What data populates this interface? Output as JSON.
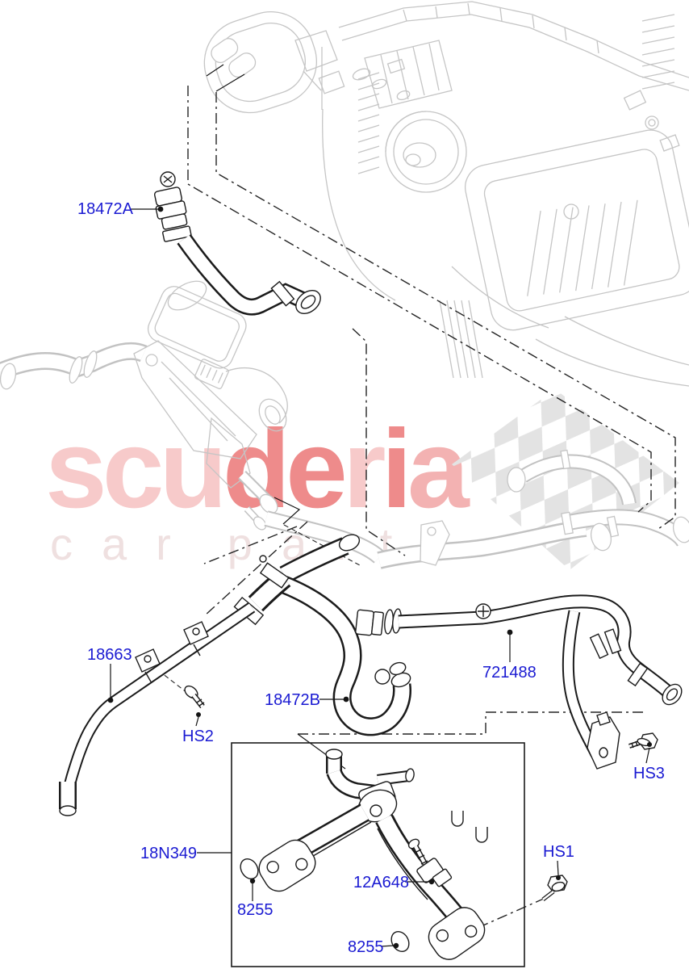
{
  "page": {
    "background": "#ffffff",
    "kind": "parts-diagram",
    "subject": "heater hoses exploded diagram"
  },
  "colors": {
    "label_blue": "#1a1ad2",
    "line_dark": "#1b1b1b",
    "line_gray": "#c5c5c5",
    "flag_gray": "#e3e3e3",
    "brand_light": "#f7caca",
    "brand_strong": "#ee8b8b",
    "brand_mid": "#f3b2b2",
    "subtext_pink": "#efe0e0"
  },
  "watermark": {
    "brand_letters": [
      {
        "ch": "s",
        "tone": "light"
      },
      {
        "ch": "c",
        "tone": "light"
      },
      {
        "ch": "u",
        "tone": "light"
      },
      {
        "ch": "d",
        "tone": "strong"
      },
      {
        "ch": "e",
        "tone": "strong"
      },
      {
        "ch": "r",
        "tone": "light"
      },
      {
        "ch": "i",
        "tone": "strong"
      },
      {
        "ch": "a",
        "tone": "mid"
      }
    ],
    "line2_word1": "car",
    "line2_word2": "parts"
  },
  "labels": {
    "l18472A": {
      "text": "18472A"
    },
    "l18663": {
      "text": "18663"
    },
    "l18472B": {
      "text": "18472B"
    },
    "l721488": {
      "text": "721488"
    },
    "lHS2": {
      "text": "HS2"
    },
    "lHS3": {
      "text": "HS3"
    },
    "l18N349": {
      "text": "18N349"
    },
    "l12A648": {
      "text": "12A648"
    },
    "l8255a": {
      "text": "8255"
    },
    "l8255b": {
      "text": "8255"
    },
    "lHS1": {
      "text": "HS1"
    }
  }
}
